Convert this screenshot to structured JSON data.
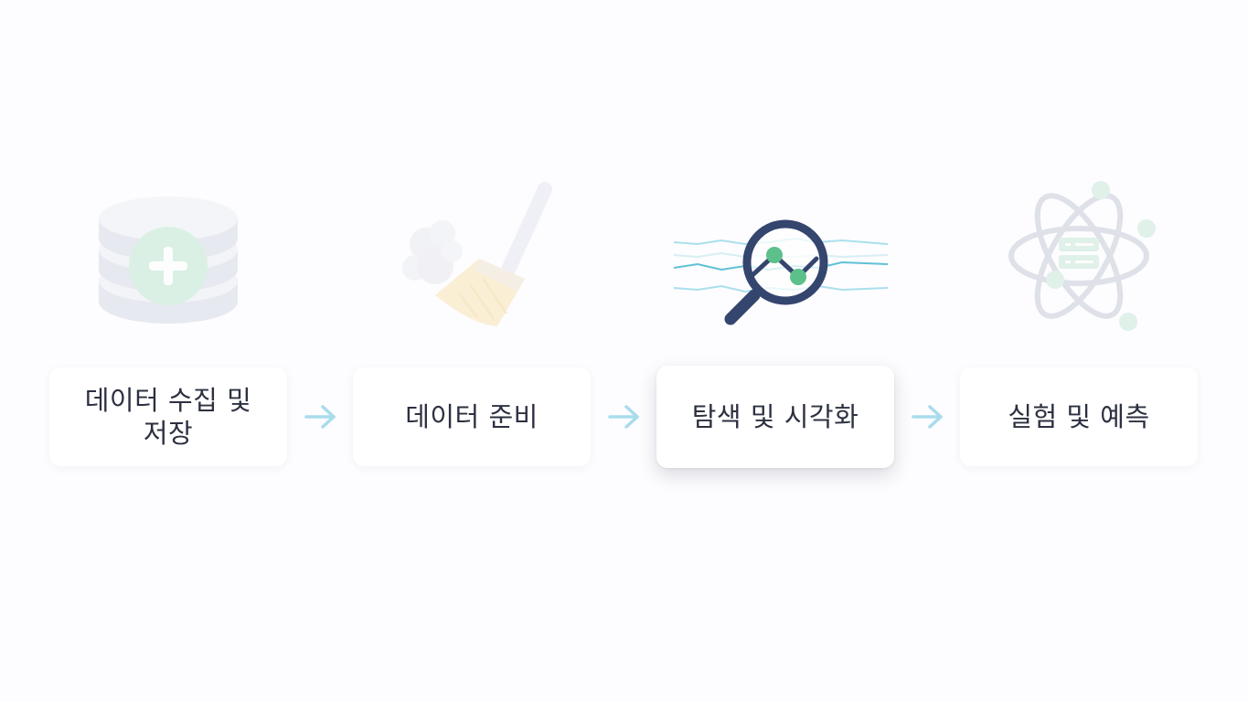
{
  "steps": [
    {
      "label": "데이터 수집 및 저장",
      "icon": "database-add-icon",
      "state": "inactive"
    },
    {
      "label": "데이터 준비",
      "icon": "broom-icon",
      "state": "inactive"
    },
    {
      "label": "탐색 및 시각화",
      "icon": "magnifier-chart-icon",
      "state": "active"
    },
    {
      "label": "실험 및 예측",
      "icon": "atom-server-icon",
      "state": "inactive"
    }
  ],
  "colors": {
    "label_text": "#2c3040",
    "arrow": "#a8dced",
    "active_accent": "#34456e",
    "green": "#5cc08a",
    "wave": "#5fc1d6"
  }
}
